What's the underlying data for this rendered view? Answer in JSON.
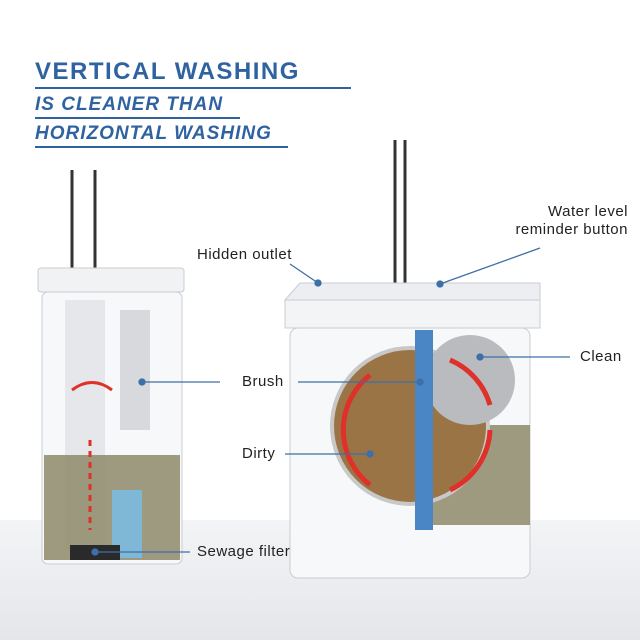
{
  "headline": {
    "line1": "VERTICAL WASHING",
    "line2": "IS CLEANER THAN",
    "line3": "HORIZONTAL WASHING"
  },
  "labels": {
    "hidden_outlet": "Hidden outlet",
    "water_level": "Water level",
    "reminder_button": "reminder button",
    "clean": "Clean",
    "brush": "Brush",
    "dirty": "Dirty",
    "sewage_filter": "Sewage filter"
  },
  "colors": {
    "accent": "#2f62a0",
    "arrow": "#e0302a",
    "leader": "#3d6fa8"
  }
}
